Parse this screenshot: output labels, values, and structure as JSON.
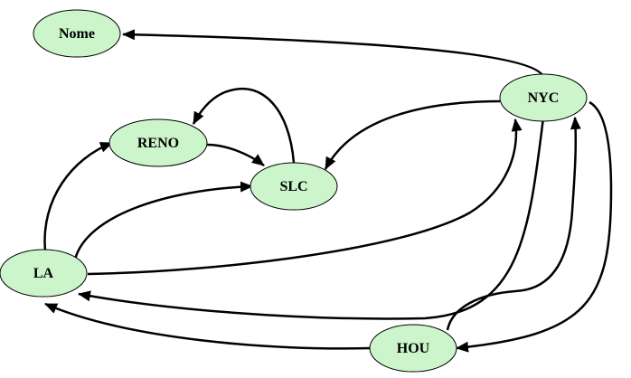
{
  "colors": {
    "node_fill": "#ccf5cc",
    "node_stroke": "#000000",
    "edge": "#000000",
    "background": "#ffffff"
  },
  "nodes": [
    {
      "id": "nome",
      "label": "Nome"
    },
    {
      "id": "nyc",
      "label": "NYC"
    },
    {
      "id": "reno",
      "label": "RENO"
    },
    {
      "id": "slc",
      "label": "SLC"
    },
    {
      "id": "la",
      "label": "LA"
    },
    {
      "id": "hou",
      "label": "HOU"
    }
  ],
  "edges": [
    {
      "from": "NYC",
      "to": "Nome"
    },
    {
      "from": "NYC",
      "to": "SLC"
    },
    {
      "from": "NYC",
      "to": "LA"
    },
    {
      "from": "NYC",
      "to": "HOU"
    },
    {
      "from": "SLC",
      "to": "RENO"
    },
    {
      "from": "RENO",
      "to": "SLC"
    },
    {
      "from": "LA",
      "to": "RENO"
    },
    {
      "from": "LA",
      "to": "SLC"
    },
    {
      "from": "LA",
      "to": "NYC"
    },
    {
      "from": "HOU",
      "to": "LA"
    },
    {
      "from": "HOU",
      "to": "NYC"
    }
  ]
}
